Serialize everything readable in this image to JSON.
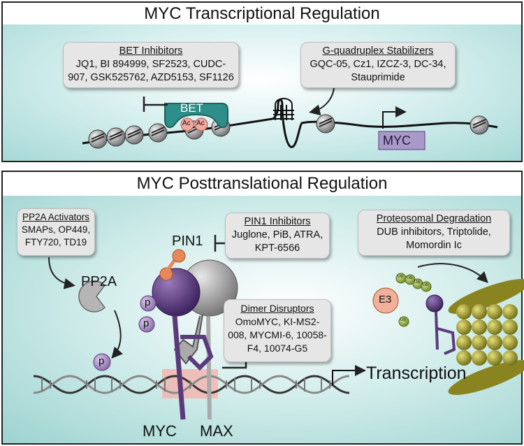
{
  "panel1": {
    "title": "MYC Transcriptional Regulation",
    "bet_box": {
      "heading": "BET Inhibitors",
      "body": "JQ1, BI 894999, SF2523, CUDC-907, GSK525762, AZD5153, SF1126"
    },
    "gq_box": {
      "heading": "G-quadruplex Stabilizers",
      "body": "GQC-05, Cz1, IZCZ-3, DC-34, Stauprimide"
    },
    "bet_label": "BET",
    "ac_label": "Ac",
    "gene_label": "MYC"
  },
  "panel2": {
    "title": "MYC Posttranslational Regulation",
    "pp2a_box": {
      "heading": "PP2A Activators",
      "body": "SMAPs, OP449, FTY720, TD19"
    },
    "pin1_box": {
      "heading": "PIN1 Inhibitors",
      "body": "Juglone, PiB, ATRA, KPT-6566"
    },
    "prot_box": {
      "heading": "Proteosomal Degradation",
      "body": "DUB inhibitors, Triptolide, Momordin Ic"
    },
    "dimer_box": {
      "heading": "Dimer Disruptors",
      "body": "OmoMYC, KI-MS2-008, MYCMI-6, 10058-F4, 10074-G5"
    },
    "pin1_label": "PIN1",
    "pp2a_label": "PP2A",
    "p_label": "p",
    "e3_label": "E3",
    "ub_label": "Ub",
    "transcription_label": "Transcription",
    "myc_label": "MYC",
    "max_label": "MAX"
  },
  "colors": {
    "teal": "#2e8f8a",
    "myc_purple": "#5b3a7c",
    "phospho_purple": "#a78cc0",
    "pin1_orange": "#e8875a",
    "ub_green": "#8fa84a",
    "proteasome": "#a8a23a",
    "dna_highlight": "#f2b6b0"
  }
}
